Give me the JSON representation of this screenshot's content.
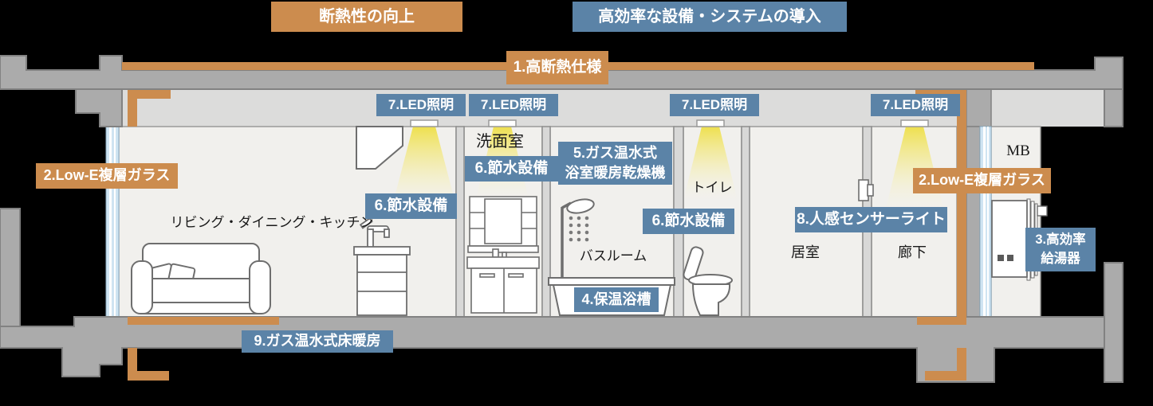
{
  "headers": {
    "insulation_label": "断熱性の向上",
    "equipment_label": "高効率な設備・システムの導入"
  },
  "features": {
    "f1": "1.高断熱仕様",
    "f2": "2.Low-E複層ガラス",
    "f3_line1": "3.高効率",
    "f3_line2": "給湯器",
    "f4": "4.保温浴槽",
    "f5_line1": "5.ガス温水式",
    "f5_line2": "浴室暖房乾燥機",
    "f6": "6.節水設備",
    "f7": "7.LED照明",
    "f8": "8.人感センサーライト",
    "f9": "9.ガス温水式床暖房"
  },
  "rooms": {
    "ldk": "リビング・ダイニング・キッチン",
    "washroom": "洗面室",
    "bathroom": "バスルーム",
    "toilet": "トイレ",
    "bedroom": "居室",
    "corridor": "廊下",
    "meter_box": "MB"
  },
  "colors": {
    "accent_orange": "#cc8c4e",
    "accent_blue": "#5b83a7",
    "concrete_gray": "#ababab",
    "ceiling_gray": "#dcdcdb",
    "room_white": "#f1f0ed",
    "glass_blue": "#cfe4f2",
    "light_yellow": "#f2e45c",
    "background": "#000000"
  }
}
